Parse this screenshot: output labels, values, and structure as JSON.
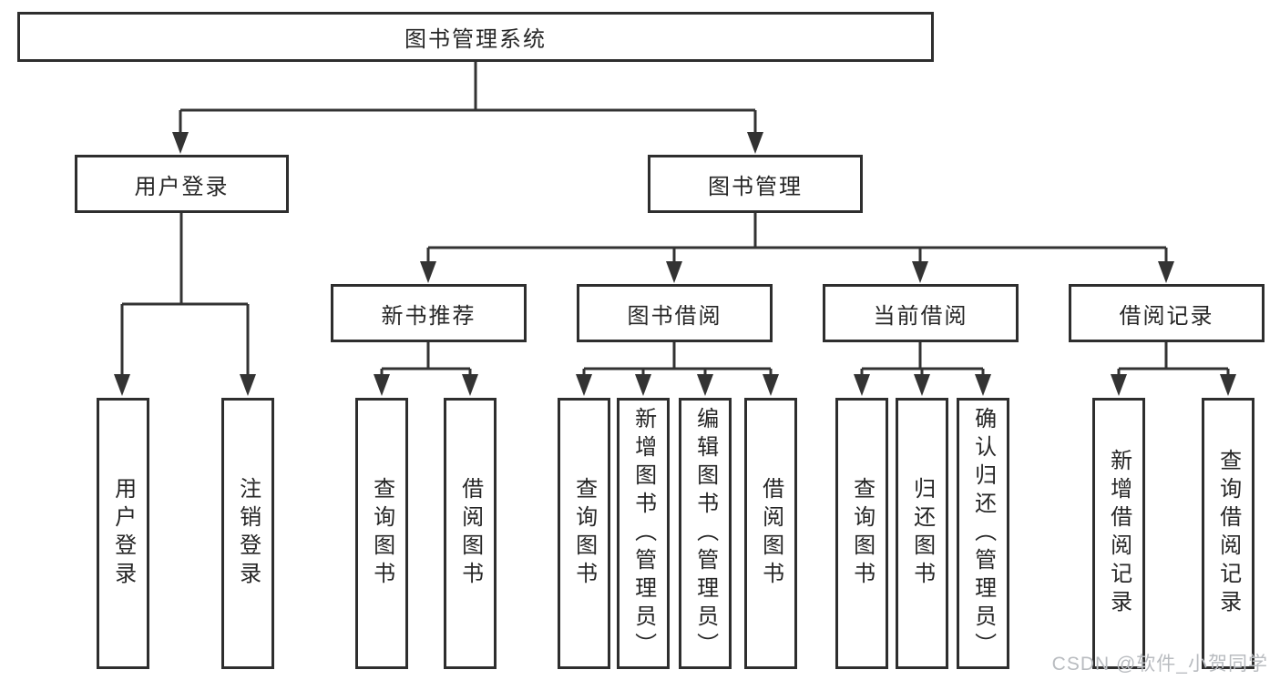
{
  "diagram": {
    "root": {
      "label": "图书管理系统"
    },
    "level2": [
      {
        "label": "用户登录"
      },
      {
        "label": "图书管理"
      }
    ],
    "level3": [
      {
        "label": "新书推荐"
      },
      {
        "label": "图书借阅"
      },
      {
        "label": "当前借阅"
      },
      {
        "label": "借阅记录"
      }
    ],
    "leaves": {
      "user_login": [
        "用户登录",
        "注销登录"
      ],
      "new_book": [
        "查询图书",
        "借阅图书"
      ],
      "book_borrow": [
        "查询图书",
        "新增图书（管理员）",
        "编辑图书（管理员）",
        "借阅图书"
      ],
      "current_borrow": [
        "查询图书",
        "归还图书",
        "确认归还（管理员）"
      ],
      "borrow_record": [
        "新增借阅记录",
        "查询借阅记录"
      ]
    }
  },
  "watermark": {
    "text": "CSDN @软件_小贺同学"
  },
  "colors": {
    "line": "#333333",
    "box_border": "#2e2e2e",
    "text": "#262626",
    "watermark": "#b9bcc0",
    "background": "#ffffff"
  }
}
